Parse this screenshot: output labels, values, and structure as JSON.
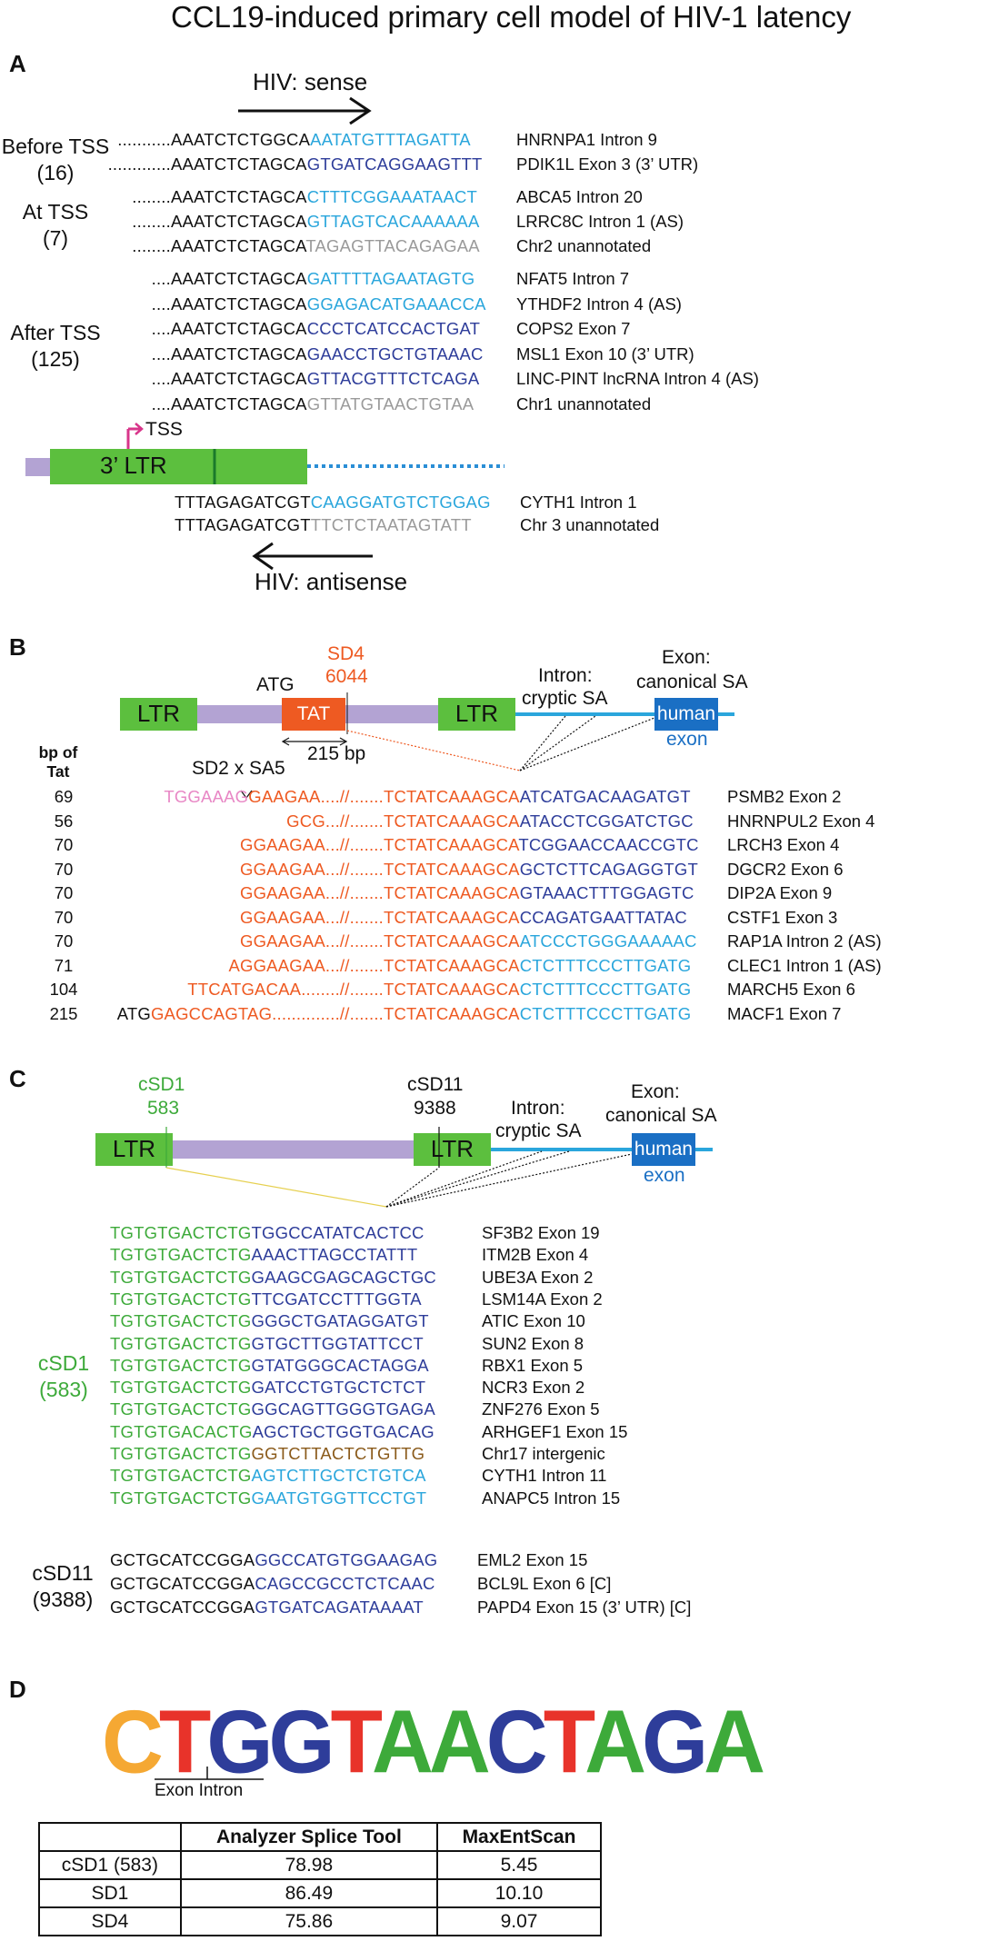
{
  "title": "CCL19-induced primary cell model of HIV-1 latency",
  "colors": {
    "black": "#111111",
    "light_blue": "#2aa6dc",
    "dark_blue": "#2e3d9a",
    "gray": "#9a9a9a",
    "orange": "#ee5a22",
    "pink": "#e887c5",
    "green": "#3daa3a",
    "brown": "#8a5a1a",
    "ltr_green": "#5cbf3e",
    "purple": "#b3a3d3",
    "human_blue": "#1a6fc4",
    "tss_magenta": "#d8358a"
  },
  "panelA": {
    "letter": "A",
    "sense_label": "HIV: sense",
    "antisense_label": "HIV: antisense",
    "before_label": "Before TSS",
    "before_count": "(16)",
    "at_label": "At TSS",
    "at_count": "(7)",
    "after_label": "After TSS",
    "after_count": "(125)",
    "ltr_label": "3’ LTR",
    "tss_label": "TSS",
    "rows": [
      {
        "prefix": "...........",
        "hiv": "AAATCTCTGGCA",
        "human": "AATATGTTTAGATTA",
        "color": "lblue",
        "gene": "HNRNPA1 Intron 9"
      },
      {
        "prefix": ".............",
        "hiv": "AAATCTCTAGCA",
        "human": "GTGATCAGGAAGTTT",
        "color": "dblue",
        "gene": "PDIK1L Exon 3 (3’ UTR)"
      },
      {
        "prefix": "........",
        "hiv": "AAATCTCTAGCA",
        "human": "CTTTCGGAAATAACT",
        "color": "lblue",
        "gene": "ABCA5 Intron 20"
      },
      {
        "prefix": "........",
        "hiv": "AAATCTCTAGCA",
        "human": "GTTAGTCACAAAAAA",
        "color": "lblue",
        "gene": "LRRC8C Intron 1 (AS)"
      },
      {
        "prefix": "........",
        "hiv": "AAATCTCTAGCA",
        "human": "TAGAGTTACAGAGAA",
        "color": "gray",
        "gene": "Chr2 unannotated"
      },
      {
        "prefix": "....",
        "hiv": "AAATCTCTAGCA",
        "human": "GATTTTAGAATAGTG",
        "color": "lblue",
        "gene": "NFAT5 Intron 7"
      },
      {
        "prefix": "....",
        "hiv": "AAATCTCTAGCA",
        "human": "GGAGACATGAAACCA",
        "color": "lblue",
        "gene": "YTHDF2 Intron 4 (AS)"
      },
      {
        "prefix": "....",
        "hiv": "AAATCTCTAGCA",
        "human": "CCCTCATCCACTGAT",
        "color": "dblue",
        "gene": "COPS2 Exon 7"
      },
      {
        "prefix": "....",
        "hiv": "AAATCTCTAGCA",
        "human": "GAACCTGCTGTAAAC",
        "color": "dblue",
        "gene": "MSL1 Exon 10 (3’ UTR)"
      },
      {
        "prefix": "....",
        "hiv": "AAATCTCTAGCA",
        "human": "GTTACGTTTCTCAGA",
        "color": "dblue",
        "gene": "LINC-PINT lncRNA Intron 4 (AS)"
      },
      {
        "prefix": "....",
        "hiv": "AAATCTCTAGCA",
        "human": "GTTATGTAACTGTAA",
        "color": "gray",
        "gene": "Chr1 unannotated"
      }
    ],
    "antisense_rows": [
      {
        "hiv": "TTTAGAGATCGT",
        "human": "CAAGGATGTCTGGAG",
        "color": "lblue",
        "gene": "CYTH1 Intron 1"
      },
      {
        "hiv": "TTTAGAGATCGT",
        "human": "TTCTCTAATAGTATT",
        "color": "gray",
        "gene": "Chr 3 unannotated"
      }
    ]
  },
  "panelB": {
    "letter": "B",
    "ltr1": "LTR",
    "ltr2": "LTR",
    "atg": "ATG",
    "tat": "TAT",
    "sd4": "SD4",
    "sd4_pos": "6044",
    "bp215": "215 bp",
    "intron_label": "Intron:",
    "cryptic_label": "cryptic SA",
    "exon_label": "Exon:",
    "canonical_label": "canonical SA",
    "human": "human",
    "exon": "exon",
    "bp_of": "bp of",
    "tat_col": "Tat",
    "sd2": "SD2 x SA5",
    "rows": [
      {
        "bp": "69",
        "pre": "",
        "pink": "TGGAAAG",
        "orange": "GAAGAA....//.......",
        "junction": "TCTATCAAAGCA",
        "human": "ATCATGACAAGATGT",
        "color": "dblue",
        "gene": "PSMB2 Exon 2"
      },
      {
        "bp": "56",
        "pre": "",
        "pink": "",
        "orange": "GCG...//.......",
        "junction": "TCTATCAAAGCA",
        "human": "ATACCTCGGATCTGC",
        "color": "dblue",
        "gene": "HNRNPUL2 Exon 4"
      },
      {
        "bp": "70",
        "pre": "",
        "pink": "",
        "orange": "GGAAGAA...//.......",
        "junction": "TCTATCAAAGCA",
        "human": "TCGGAACCAACCGTC",
        "color": "dblue",
        "gene": "LRCH3 Exon 4"
      },
      {
        "bp": "70",
        "pre": "",
        "pink": "",
        "orange": "GGAAGAA...//.......",
        "junction": "TCTATCAAAGCA",
        "human": "GCTCTTCAGAGGTGT",
        "color": "dblue",
        "gene": "DGCR2 Exon 6"
      },
      {
        "bp": "70",
        "pre": "",
        "pink": "",
        "orange": "GGAAGAA...//.......",
        "junction": "TCTATCAAAGCA",
        "human": "GTAAACTTTGGAGTC",
        "color": "dblue",
        "gene": "DIP2A Exon 9"
      },
      {
        "bp": "70",
        "pre": "",
        "pink": "",
        "orange": "GGAAGAA...//.......",
        "junction": "TCTATCAAAGCA",
        "human": "CCAGATGAATTATAC",
        "color": "dblue",
        "gene": "CSTF1 Exon 3"
      },
      {
        "bp": "70",
        "pre": "",
        "pink": "",
        "orange": "GGAAGAA...//.......",
        "junction": "TCTATCAAAGCA",
        "human": "ATCCCTGGGAAAAAC",
        "color": "lblue",
        "gene": "RAP1A Intron 2 (AS)"
      },
      {
        "bp": "71",
        "pre": "",
        "pink": "",
        "orange": "AGGAAGAA...//.......",
        "junction": "TCTATCAAAGCA",
        "human": "CTCTTTCCCTTGATG",
        "color": "lblue",
        "gene": "CLEC1 Intron 1 (AS)"
      },
      {
        "bp": "104",
        "pre": "",
        "pink": "",
        "orange": "TTCATGACAA........//.......",
        "junction": "TCTATCAAAGCA",
        "human": "CTCTTTCCCTTGATG",
        "color": "lblue",
        "gene": "MARCH5 Exon 6"
      },
      {
        "bp": "215",
        "pre": "ATG",
        "pink": "",
        "orange": "GAGCCAGTAG..............//.......",
        "junction": "TCTATCAAAGCA",
        "human": "CTCTTTCCCTTGATG",
        "color": "lblue",
        "gene": "MACF1 Exon 7"
      }
    ]
  },
  "panelC": {
    "letter": "C",
    "csd1": "cSD1",
    "csd1_pos": "583",
    "csd11": "cSD11",
    "csd11_pos": "9388",
    "ltr1": "LTR",
    "ltr2": "LTR",
    "intron_label": "Intron:",
    "cryptic_label": "cryptic SA",
    "exon_label": "Exon:",
    "canonical_label": "canonical SA",
    "human": "human",
    "exon": "exon",
    "group1_label": "cSD1",
    "group1_count": "(583)",
    "group2_label": "cSD11",
    "group2_count": "(9388)",
    "rows1": [
      {
        "hiv": "TGTGTGACTCTG",
        "human": "TGGCCATATCACTCC",
        "color": "dblue",
        "gene": "SF3B2 Exon 19"
      },
      {
        "hiv": "TGTGTGACTCTG",
        "human": "AAACTTAGCCTATTT",
        "color": "dblue",
        "gene": "ITM2B Exon 4"
      },
      {
        "hiv": "TGTGTGACTCTG",
        "human": "GAAGCGAGCAGCTGC",
        "color": "dblue",
        "gene": "UBE3A Exon 2"
      },
      {
        "hiv": "TGTGTGACTCTG",
        "human": "TTCGATCCTTTGGTA",
        "color": "dblue",
        "gene": "LSM14A Exon 2"
      },
      {
        "hiv": "TGTGTGACTCTG",
        "human": "GGGCTGATAGGATGT",
        "color": "dblue",
        "gene": "ATIC Exon 10"
      },
      {
        "hiv": "TGTGTGACTCTG",
        "human": "GTGCTTGGTATTCCT",
        "color": "dblue",
        "gene": "SUN2 Exon 8"
      },
      {
        "hiv": "TGTGTGACTCTG",
        "human": "GTATGGGCACTAGGA",
        "color": "dblue",
        "gene": "RBX1 Exon 5"
      },
      {
        "hiv": "TGTGTGACTCTG",
        "human": "GATCCTGTGCTCTCT",
        "color": "dblue",
        "gene": "NCR3 Exon 2"
      },
      {
        "hiv": "TGTGTGACTCTG",
        "human": "GGCAGTTGGGTGAGA",
        "color": "dblue",
        "gene": "ZNF276 Exon 5"
      },
      {
        "hiv": "TGTGTGACACTG",
        "human": "AGCTGCTGGTGACAG",
        "color": "dblue",
        "gene": "ARHGEF1 Exon 15"
      },
      {
        "hiv": "TGTGTGACTCTG",
        "human": "GGTCTTACTCTGTTG",
        "color": "brown",
        "gene": "Chr17 intergenic"
      },
      {
        "hiv": "TGTGTGACTCTG",
        "human": "AGTCTTGCTCTGTCA",
        "color": "lblue",
        "gene": "CYTH1 Intron 11"
      },
      {
        "hiv": "TGTGTGACTCTG",
        "human": "GAATGTGGTTCCTGT",
        "color": "lblue",
        "gene": "ANAPC5 Intron 15"
      }
    ],
    "rows2": [
      {
        "hiv": "GCTGCATCCGGA",
        "human": "GGCCATGTGGAAGAG",
        "color": "dblue",
        "gene": "EML2 Exon 15"
      },
      {
        "hiv": "GCTGCATCCGGA",
        "human": "CAGCCGCCTCTCAAC",
        "color": "dblue",
        "gene": "BCL9L Exon 6 [C]"
      },
      {
        "hiv": "GCTGCATCCGGA",
        "human": "GTGATCAGATAAAAT",
        "color": "dblue",
        "gene": "PAPD4 Exon 15 (3’ UTR) [C]"
      }
    ]
  },
  "panelD": {
    "letter": "D",
    "logo": [
      {
        "l": "C",
        "c": "#f5a833"
      },
      {
        "l": "T",
        "c": "#e8332a"
      },
      {
        "l": "G",
        "c": "#2e3d9a"
      },
      {
        "l": "G",
        "c": "#2e3d9a"
      },
      {
        "l": "T",
        "c": "#e8332a"
      },
      {
        "l": "A",
        "c": "#3daa3a"
      },
      {
        "l": "A",
        "c": "#3daa3a"
      },
      {
        "l": "C",
        "c": "#2e3d9a"
      },
      {
        "l": "T",
        "c": "#e8332a"
      },
      {
        "l": "A",
        "c": "#3daa3a"
      },
      {
        "l": "G",
        "c": "#2e3d9a"
      },
      {
        "l": "A",
        "c": "#3daa3a"
      }
    ],
    "exon_label": "Exon",
    "intron_label": "Intron",
    "table": {
      "headers": [
        "",
        "Analyzer Splice Tool",
        "MaxEntScan"
      ],
      "rows": [
        [
          "cSD1 (583)",
          "78.98",
          "5.45"
        ],
        [
          "SD1",
          "86.49",
          "10.10"
        ],
        [
          "SD4",
          "75.86",
          "9.07"
        ]
      ]
    }
  }
}
